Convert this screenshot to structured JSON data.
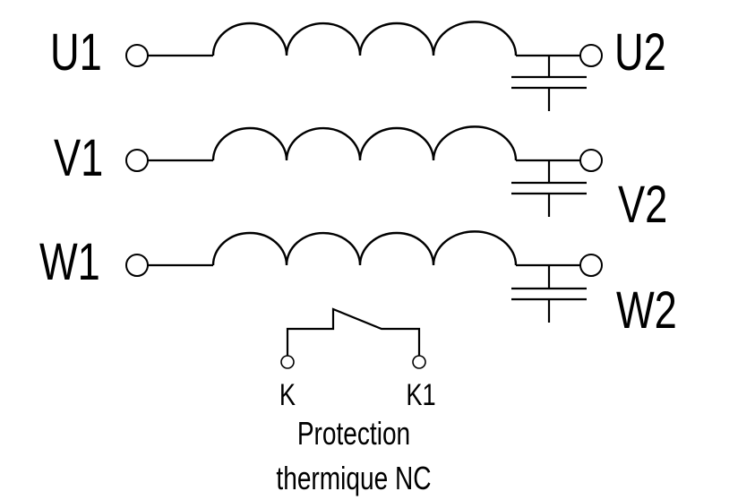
{
  "phases": [
    {
      "in_label": "U1",
      "out_label": "U2"
    },
    {
      "in_label": "V1",
      "out_label": "V2"
    },
    {
      "in_label": "W1",
      "out_label": "W2"
    }
  ],
  "thermal_switch": {
    "left_label": "K",
    "right_label": "K1",
    "caption_line1": "Protection",
    "caption_line2": "thermique NC"
  }
}
